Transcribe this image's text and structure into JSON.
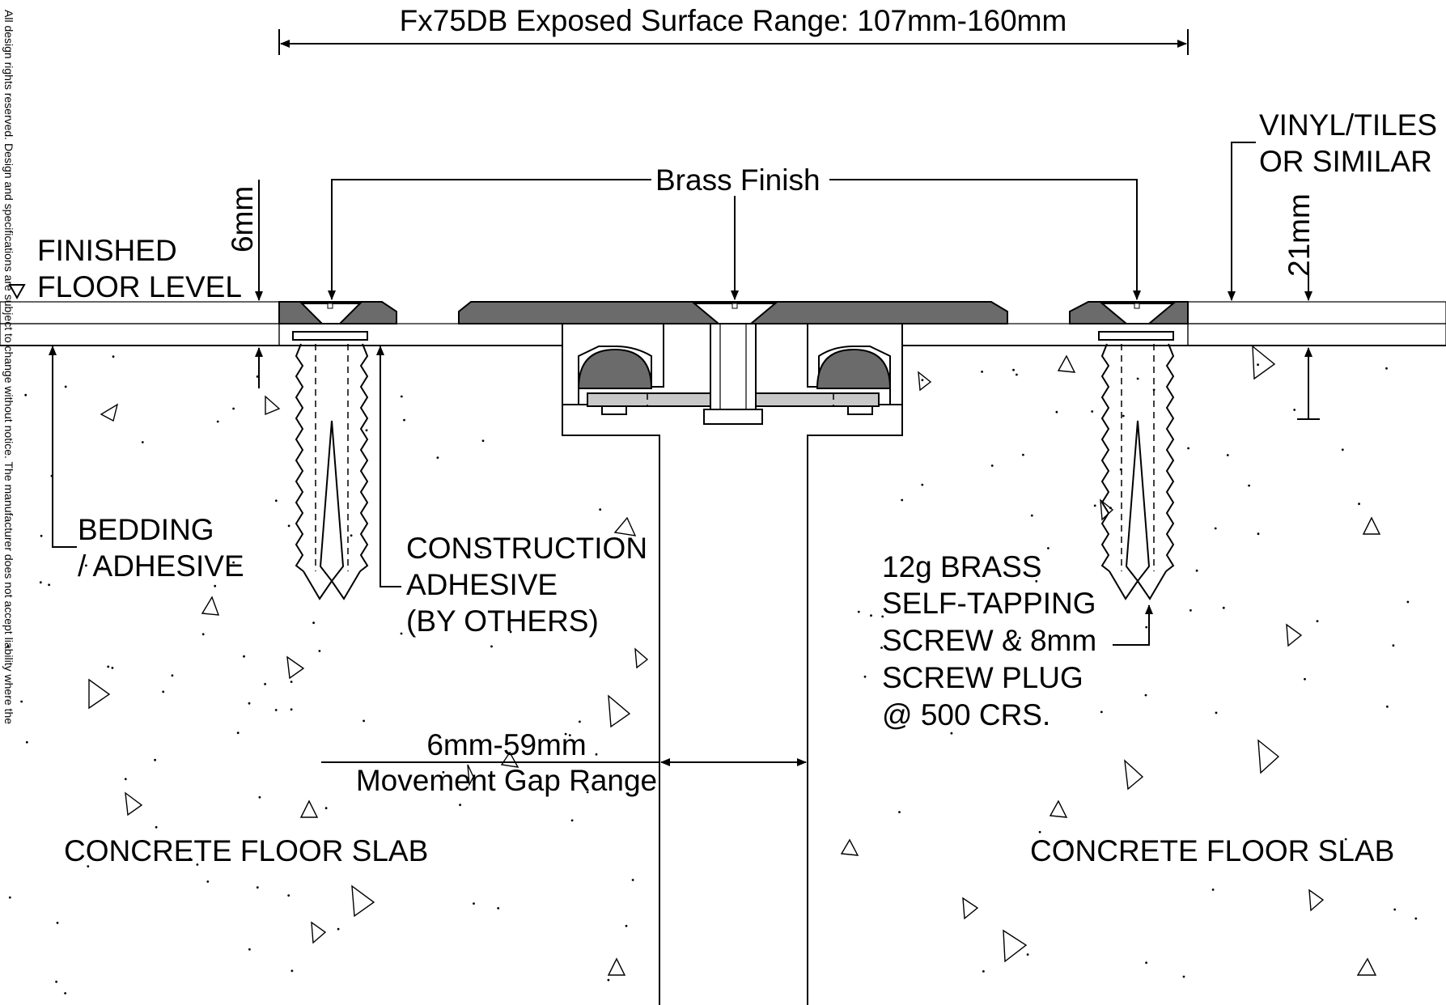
{
  "title": "Fx75DB Exposed Surface Range: 107mm-160mm",
  "side_note": "All design rights reserved. Design and specifications are subject to change without notice. The manufacturer does not accept liability where the",
  "labels": {
    "brass_finish": "Brass Finish",
    "finished_floor_1": "FINISHED",
    "finished_floor_2": "FLOOR LEVEL",
    "dim_6mm": "6mm",
    "dim_21mm": "21mm",
    "vinyl_1": "VINYL/TILES",
    "vinyl_2": "OR SIMILAR",
    "bedding_1": "BEDDING",
    "bedding_2": "/ ADHESIVE",
    "construction_1": "CONSTRUCTION",
    "construction_2": "ADHESIVE",
    "construction_3": "(BY OTHERS)",
    "screw_1": "12g BRASS",
    "screw_2": "SELF-TAPPING",
    "screw_3": "SCREW & 8mm",
    "screw_4": "SCREW PLUG",
    "screw_5": "@ 500 CRS.",
    "gap_1": "6mm-59mm",
    "gap_2": "Movement Gap Range",
    "slab_left": "CONCRETE FLOOR SLAB",
    "slab_right": "CONCRETE FLOOR SLAB"
  },
  "colors": {
    "line": "#000000",
    "metal": "#6b6b6b",
    "plate": "#c8c8c8",
    "background": "#ffffff"
  }
}
